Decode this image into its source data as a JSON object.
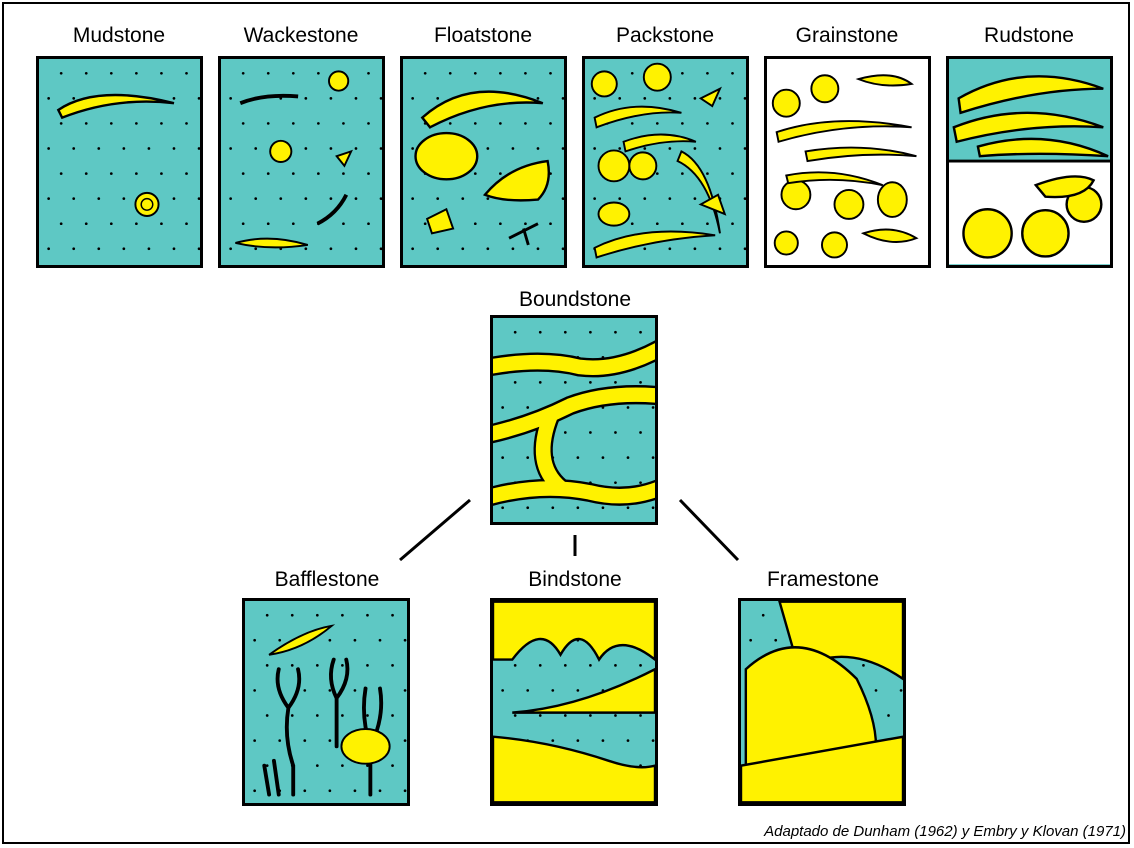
{
  "top_row": {
    "mudstone": "Mudstone",
    "wackestone": "Wackestone",
    "floatstone": "Floatstone",
    "packstone": "Packstone",
    "grainstone": "Grainstone",
    "rudstone": "Rudstone"
  },
  "middle": {
    "boundstone": "Boundstone"
  },
  "bottom_row": {
    "bafflestone": "Bafflestone",
    "bindstone": "Bindstone",
    "framestone": "Framestone"
  },
  "credit": "Adaptado de Dunham (1962) y Embry y Klovan (1971)",
  "colors": {
    "matrix": "#5ec8c4",
    "grain": "#fff200",
    "outline": "#000000",
    "cement": "#ffffff"
  }
}
